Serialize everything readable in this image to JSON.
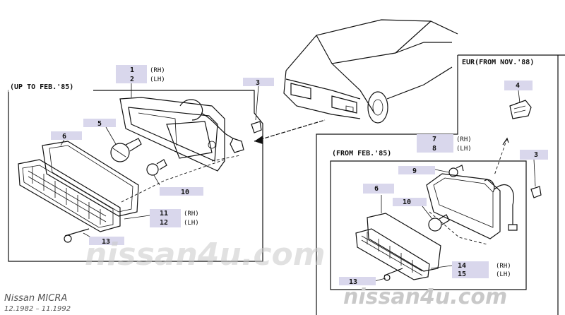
{
  "left_box_title": "(UP TO FEB.'85)",
  "right_outer_title": "EUR(FROM NOV.'88)",
  "right_inner_title": "(FROM FEB.'85)",
  "footer": {
    "model": "Nissan MICRA",
    "dates": "12.1982 – 11.1992"
  },
  "watermark": {
    "main": "nissan4u.com",
    "corner": "nissan4u.com"
  },
  "callouts": {
    "l1": "1",
    "l1s": "(RH)",
    "l2": "2",
    "l2s": "(LH)",
    "l3": "3",
    "l5": "5",
    "l6": "6",
    "l10": "10",
    "l11": "11",
    "l11s": "(RH)",
    "l12": "12",
    "l12s": "(LH)",
    "l13": "13",
    "r4": "4",
    "r3": "3",
    "r7": "7",
    "r7s": "(RH)",
    "r8": "8",
    "r8s": "(LH)",
    "r9": "9",
    "r6": "6",
    "r10": "10",
    "r14": "14",
    "r14s": "(RH)",
    "r15": "15",
    "r15s": "(LH)",
    "r13": "13"
  },
  "colors": {
    "tag": "#d9d7ec",
    "line": "#111111",
    "watermark": "#c9c9c9"
  }
}
